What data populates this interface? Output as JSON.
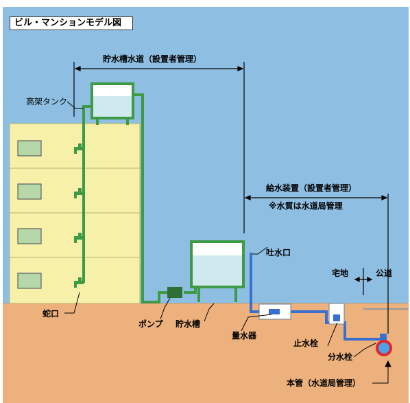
{
  "title": "ビル・マンションモデル図",
  "labels": {
    "storage_main": "貯水槽水道（設置者管理）",
    "supply_device": "給水装置（設置者管理）",
    "water_quality_note": "※水質は水道局管理",
    "elevated_tank": "高架タンク",
    "faucet": "蛇口",
    "pump": "ポンプ",
    "storage_tank": "貯水槽",
    "spout": "吐水口",
    "meter": "量水器",
    "stop_valve": "止水栓",
    "branch_valve": "分水栓",
    "main_pipe": "本管（水道局管理）",
    "private_land": "宅地",
    "public_road": "公道"
  },
  "colors": {
    "sky": "#8ebfe3",
    "ground": "#edb17d",
    "building": "#f7f0a8",
    "green_pipe": "#3f9a46",
    "blue_pipe": "#3a6fd0",
    "tank_water": "#cfe9ee",
    "main_pipe_ring": "#e3262b"
  }
}
